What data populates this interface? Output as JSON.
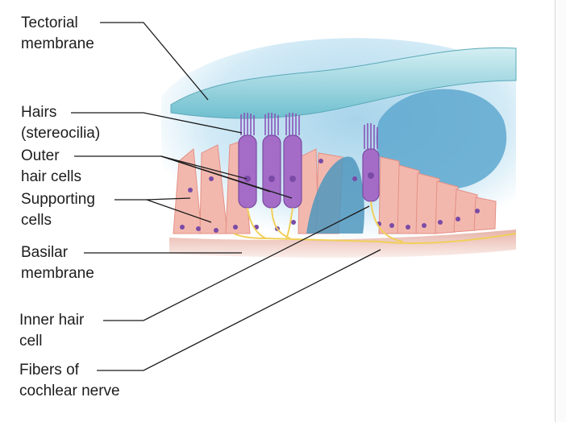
{
  "labels": {
    "tectorial_line1": "Tectorial",
    "tectorial_line2": "membrane",
    "hairs_line1": "Hairs",
    "hairs_line2": "(stereocilia)",
    "outer_line1": "Outer",
    "outer_line2": "hair cells",
    "supporting_line1": "Supporting",
    "supporting_line2": "cells",
    "basilar_line1": "Basilar",
    "basilar_line2": "membrane",
    "inner_line1": "Inner hair",
    "inner_line2": "cell",
    "fibers_line1": "Fibers of",
    "fibers_line2": "cochlear nerve"
  },
  "colors": {
    "tectorial": "#8fd0db",
    "fluid": "#bfe2f2",
    "hair_cell": "#a46cc6",
    "support_cell": "#f2b8ae",
    "nucleus": "#7a4aa6",
    "nerve": "#f0cf5a",
    "basilar": "#c98a7e",
    "leader": "#1a1a1a"
  }
}
